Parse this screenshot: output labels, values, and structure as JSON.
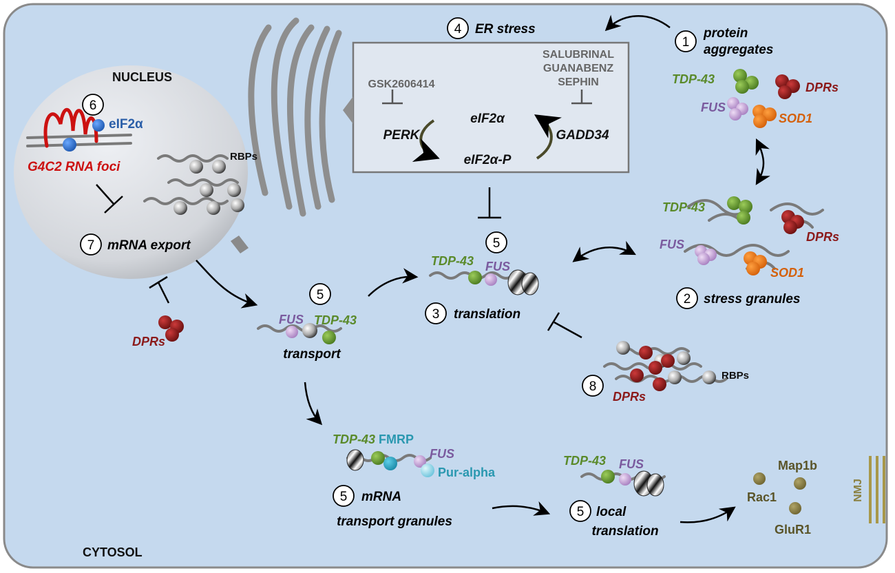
{
  "compartments": {
    "nucleus": "NUCLEUS",
    "cytosol": "CYTOSOL",
    "nmj": "NMJ"
  },
  "nodes": {
    "n1": {
      "num": "1",
      "line1": "protein",
      "line2": "aggregates"
    },
    "n2": {
      "num": "2",
      "label": "stress granules"
    },
    "n3": {
      "num": "3",
      "label": "translation"
    },
    "n4": {
      "num": "4",
      "label": "ER stress"
    },
    "n5_translation": {
      "num": "5"
    },
    "n5_transport": {
      "num": "5",
      "label": "transport"
    },
    "n5_granules": {
      "num": "5",
      "line1": "mRNA",
      "line2": "transport granules"
    },
    "n5_local": {
      "num": "5",
      "line1": "local",
      "line2": "translation"
    },
    "n6": {
      "num": "6",
      "label": "eIF2α"
    },
    "n7": {
      "num": "7",
      "label": "mRNA export"
    },
    "n8": {
      "num": "8"
    }
  },
  "er_box": {
    "perk_inhibitor": "GSK2606414",
    "gadd34_inhibitors": [
      "SALUBRINAL",
      "GUANABENZ",
      "SEPHIN"
    ],
    "perk": "PERK",
    "gadd34": "GADD34",
    "eif2a": "eIF2α",
    "eif2ap": "eIF2α-P"
  },
  "labels": {
    "tdp43": "TDP-43",
    "fus": "FUS",
    "dprs": "DPRs",
    "sod1": "SOD1",
    "rbps": "RBPs",
    "g4c2": "G4C2 RNA foci",
    "fmrp": "FMRP",
    "pur_alpha": "Pur-alpha",
    "rac1": "Rac1",
    "map1b": "Map1b",
    "glur1": "GluR1"
  },
  "colors": {
    "cell_fill": "#c5d9ee",
    "tdp43": "#5a8a2a",
    "fus": "#7a5a9e",
    "dprs": "#8b1a1a",
    "sod1": "#d4600a",
    "fmrp": "#2a98b0",
    "rna_foci": "#cc1111",
    "eif2a_blue": "#2a5ea8",
    "synaptic": "#8a8040"
  }
}
